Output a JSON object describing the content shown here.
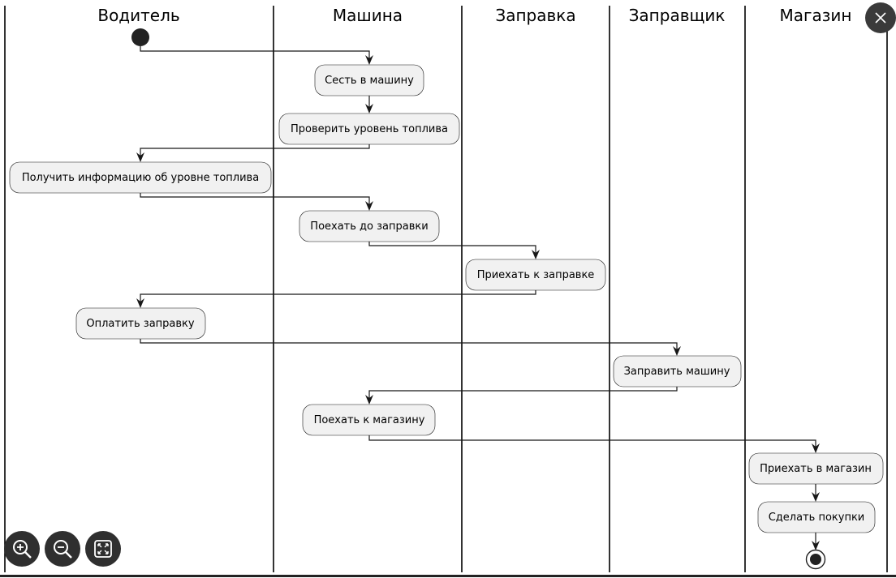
{
  "swimlanes": [
    {
      "title": "Водитель"
    },
    {
      "title": "Машина"
    },
    {
      "title": "Заправка"
    },
    {
      "title": "Заправщик"
    },
    {
      "title": "Магазин"
    }
  ],
  "activities": [
    {
      "label": "Сесть в машину",
      "lane": "Машина"
    },
    {
      "label": "Проверить уровень топлива",
      "lane": "Машина"
    },
    {
      "label": "Получить информацию об уровне топлива",
      "lane": "Водитель"
    },
    {
      "label": "Поехать до заправки",
      "lane": "Машина"
    },
    {
      "label": "Приехать к заправке",
      "lane": "Заправка"
    },
    {
      "label": "Оплатить заправку",
      "lane": "Водитель"
    },
    {
      "label": "Заправить машину",
      "lane": "Заправщик"
    },
    {
      "label": "Поехать к магазину",
      "lane": "Машина"
    },
    {
      "label": "Приехать в магазин",
      "lane": "Магазин"
    },
    {
      "label": "Сделать покупки",
      "lane": "Магазин"
    }
  ],
  "controls": {
    "close_icon": "close-icon",
    "zoom_in_icon": "zoom-in-icon",
    "zoom_out_icon": "zoom-out-icon",
    "fit_icon": "fit-screen-icon"
  }
}
